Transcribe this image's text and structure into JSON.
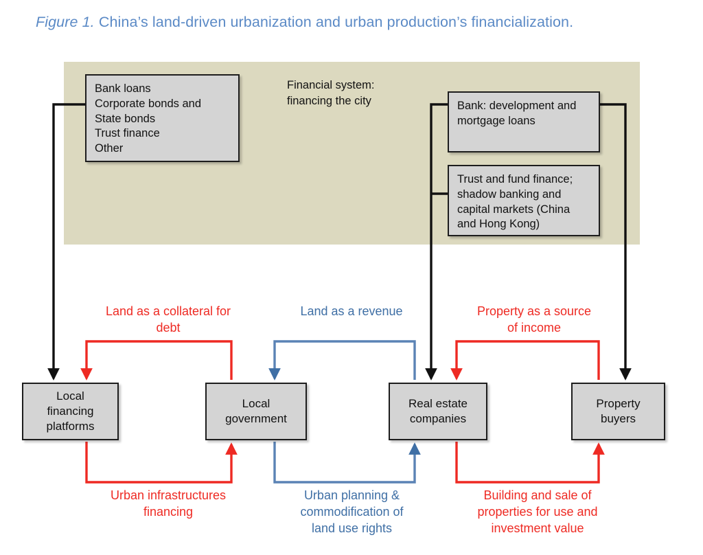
{
  "figure": {
    "caption_prefix": "Figure 1.",
    "caption_text": "China’s land-driven urbanization and urban production’s financialization.",
    "caption_color": "#5b8ac6"
  },
  "colors": {
    "panel_background": "#dcd9bf",
    "box_fill": "#d4d4d4",
    "box_border": "#1d1d1d",
    "red_flow": "#ee2a23",
    "blue_flow": "#3f6fa5",
    "black_flow": "#111111"
  },
  "panel": {
    "label_line1": "Financial system:",
    "label_line2": "financing the city",
    "boxes": {
      "sources": {
        "lines": [
          "Bank loans",
          "Corporate bonds and",
          "State bonds",
          "Trust finance",
          "Other"
        ]
      },
      "bank": {
        "lines": [
          "Bank: development and",
          "mortgage loans"
        ]
      },
      "trust": {
        "lines": [
          "Trust and fund finance;",
          "shadow banking and",
          "capital markets (China",
          "and Hong Kong)"
        ]
      }
    }
  },
  "actors": [
    {
      "id": "local-financing-platforms",
      "lines": [
        "Local",
        "financing",
        "platforms"
      ]
    },
    {
      "id": "local-government",
      "lines": [
        "Local",
        "government"
      ]
    },
    {
      "id": "real-estate-companies",
      "lines": [
        "Real estate",
        "companies"
      ]
    },
    {
      "id": "property-buyers",
      "lines": [
        "Property",
        "buyers"
      ]
    }
  ],
  "flow_labels": {
    "top": [
      {
        "id": "land-collateral",
        "color": "red",
        "lines": [
          "Land as a collateral for",
          "debt"
        ]
      },
      {
        "id": "land-revenue",
        "color": "blue",
        "lines": [
          "Land as a revenue"
        ]
      },
      {
        "id": "property-income",
        "color": "red",
        "lines": [
          "Property as a source",
          "of income"
        ]
      }
    ],
    "bottom": [
      {
        "id": "urban-infrastructures-financing",
        "color": "red",
        "lines": [
          "Urban infrastructures",
          "financing"
        ]
      },
      {
        "id": "urban-planning-commodification",
        "color": "blue",
        "lines": [
          "Urban planning &",
          "commodification of",
          "land use rights"
        ]
      },
      {
        "id": "building-sale-properties",
        "color": "red",
        "lines": [
          "Building and sale of",
          "properties for use and",
          "investment value"
        ]
      }
    ]
  }
}
